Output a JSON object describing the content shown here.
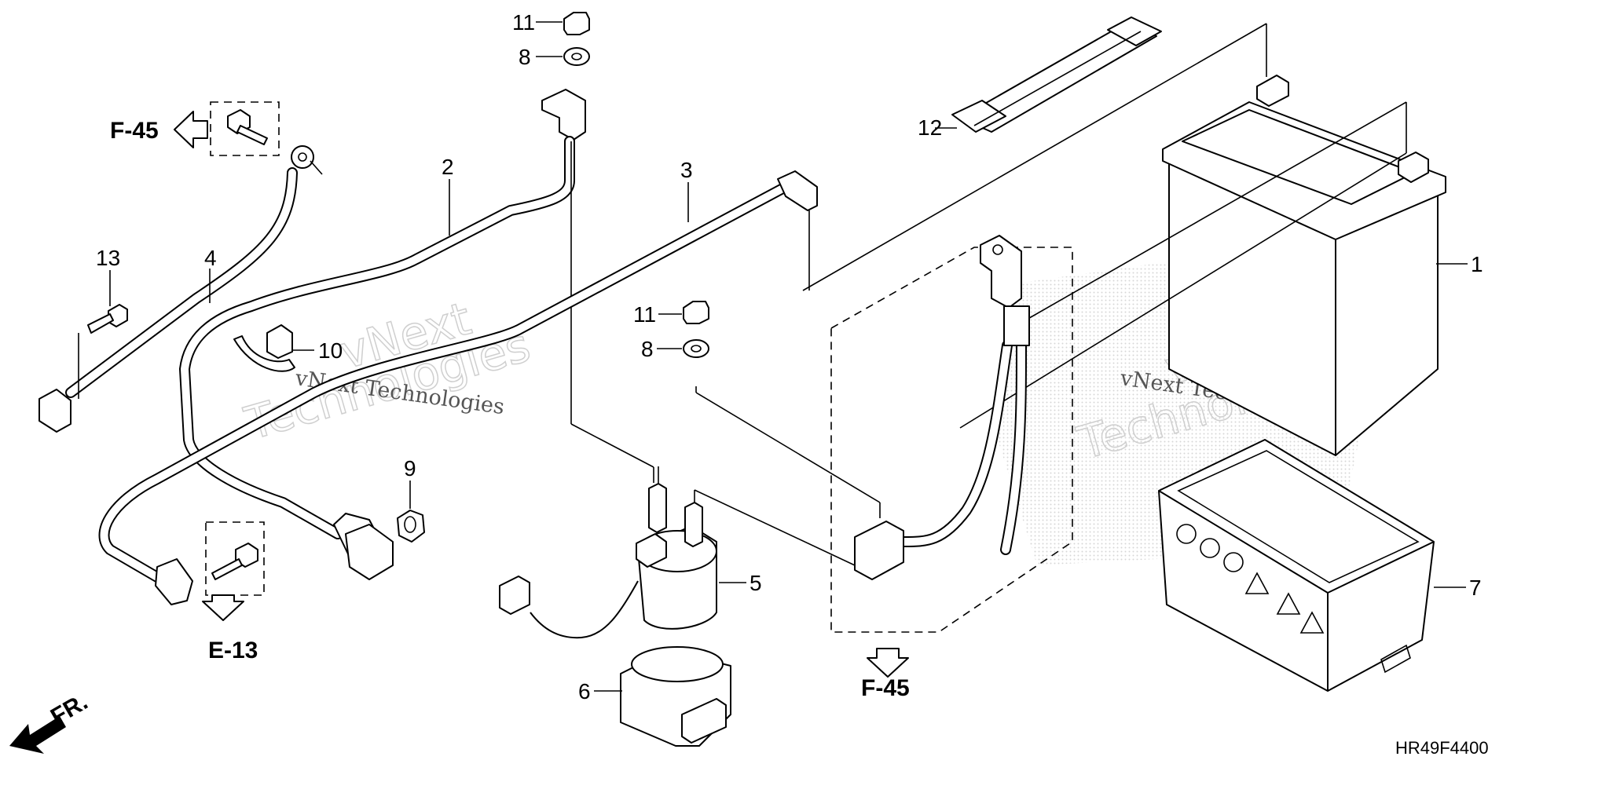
{
  "labels": {
    "p1": "1",
    "p2": "2",
    "p3": "3",
    "p4": "4",
    "p5": "5",
    "p6": "6",
    "p7": "7",
    "p8a": "8",
    "p8b": "8",
    "p9": "9",
    "p10": "10",
    "p11a": "11",
    "p11b": "11",
    "p12": "12",
    "p13": "13"
  },
  "refs": {
    "f45_top": "F-45",
    "f45_bottom": "F-45",
    "e13": "E-13",
    "front": "FR."
  },
  "diagram_code": "HR49F4400",
  "watermarks": {
    "name": "vNext Technologies",
    "line1": "vNext",
    "line2": "Technologies"
  }
}
